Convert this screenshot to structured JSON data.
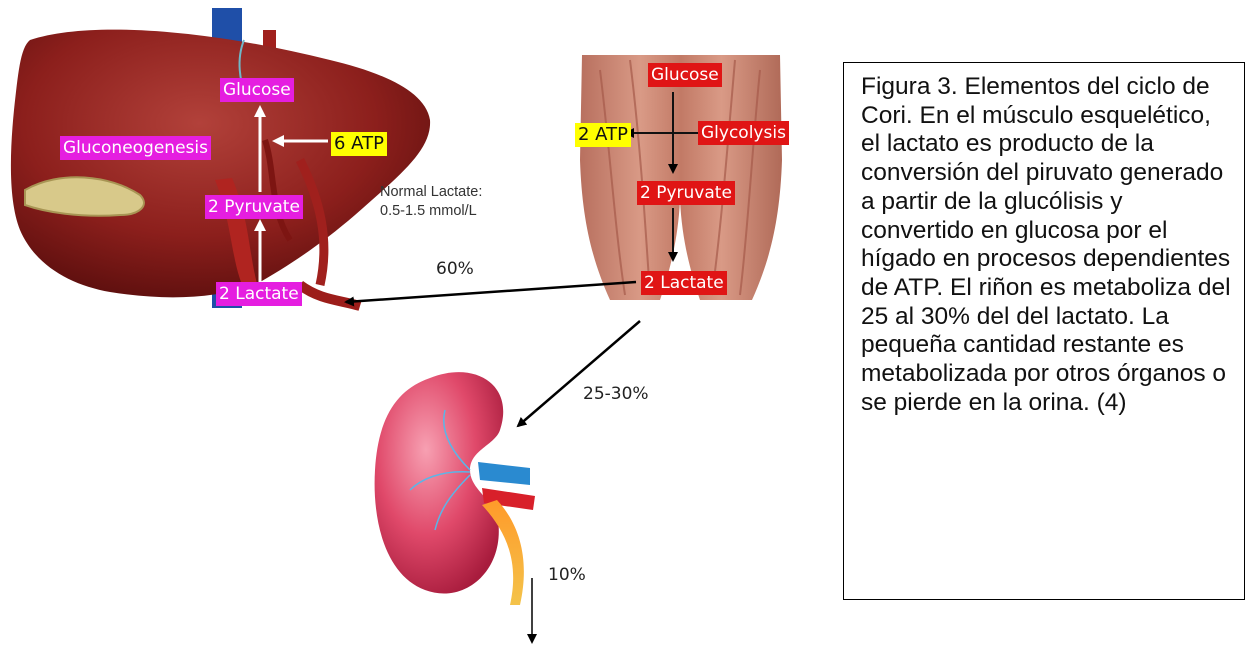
{
  "liver": {
    "glucose": "Glucose",
    "gluconeogenesis": "Gluconeogenesis",
    "atp": "6 ATP",
    "pyruvate": "2 Pyruvate",
    "lactate": "2 Lactate"
  },
  "muscle": {
    "glucose": "Glucose",
    "atp": "2 ATP",
    "glycolysis": "Glycolysis",
    "pyruvate": "2 Pyruvate",
    "lactate": "2 Lactate"
  },
  "normal_lactate": {
    "line1": "Normal Lactate:",
    "line2": "0.5-1.5 mmol/L"
  },
  "flows": {
    "to_liver": "60%",
    "to_kidney": "25-30%",
    "excreted": "10%"
  },
  "caption": "Figura 3. Elementos del ciclo de Cori. En el músculo esquelético, el lactato es producto de la conversión del piruvato generado a partir de la glucólisis y convertido en glucosa por el hígado en procesos dependientes de ATP. El riñon es metaboliza del 25 al 30% del del lactato. La pequeña cantidad restante es metabolizada por otros órganos o se pierde en la orina. (4)",
  "colors": {
    "magenta_label": "#e51ee0",
    "red_label": "#e01515",
    "yellow_label": "#ffff00",
    "liver": "#8c1f1c",
    "muscle": "#c98a7a",
    "kidney": "#e0496a"
  }
}
